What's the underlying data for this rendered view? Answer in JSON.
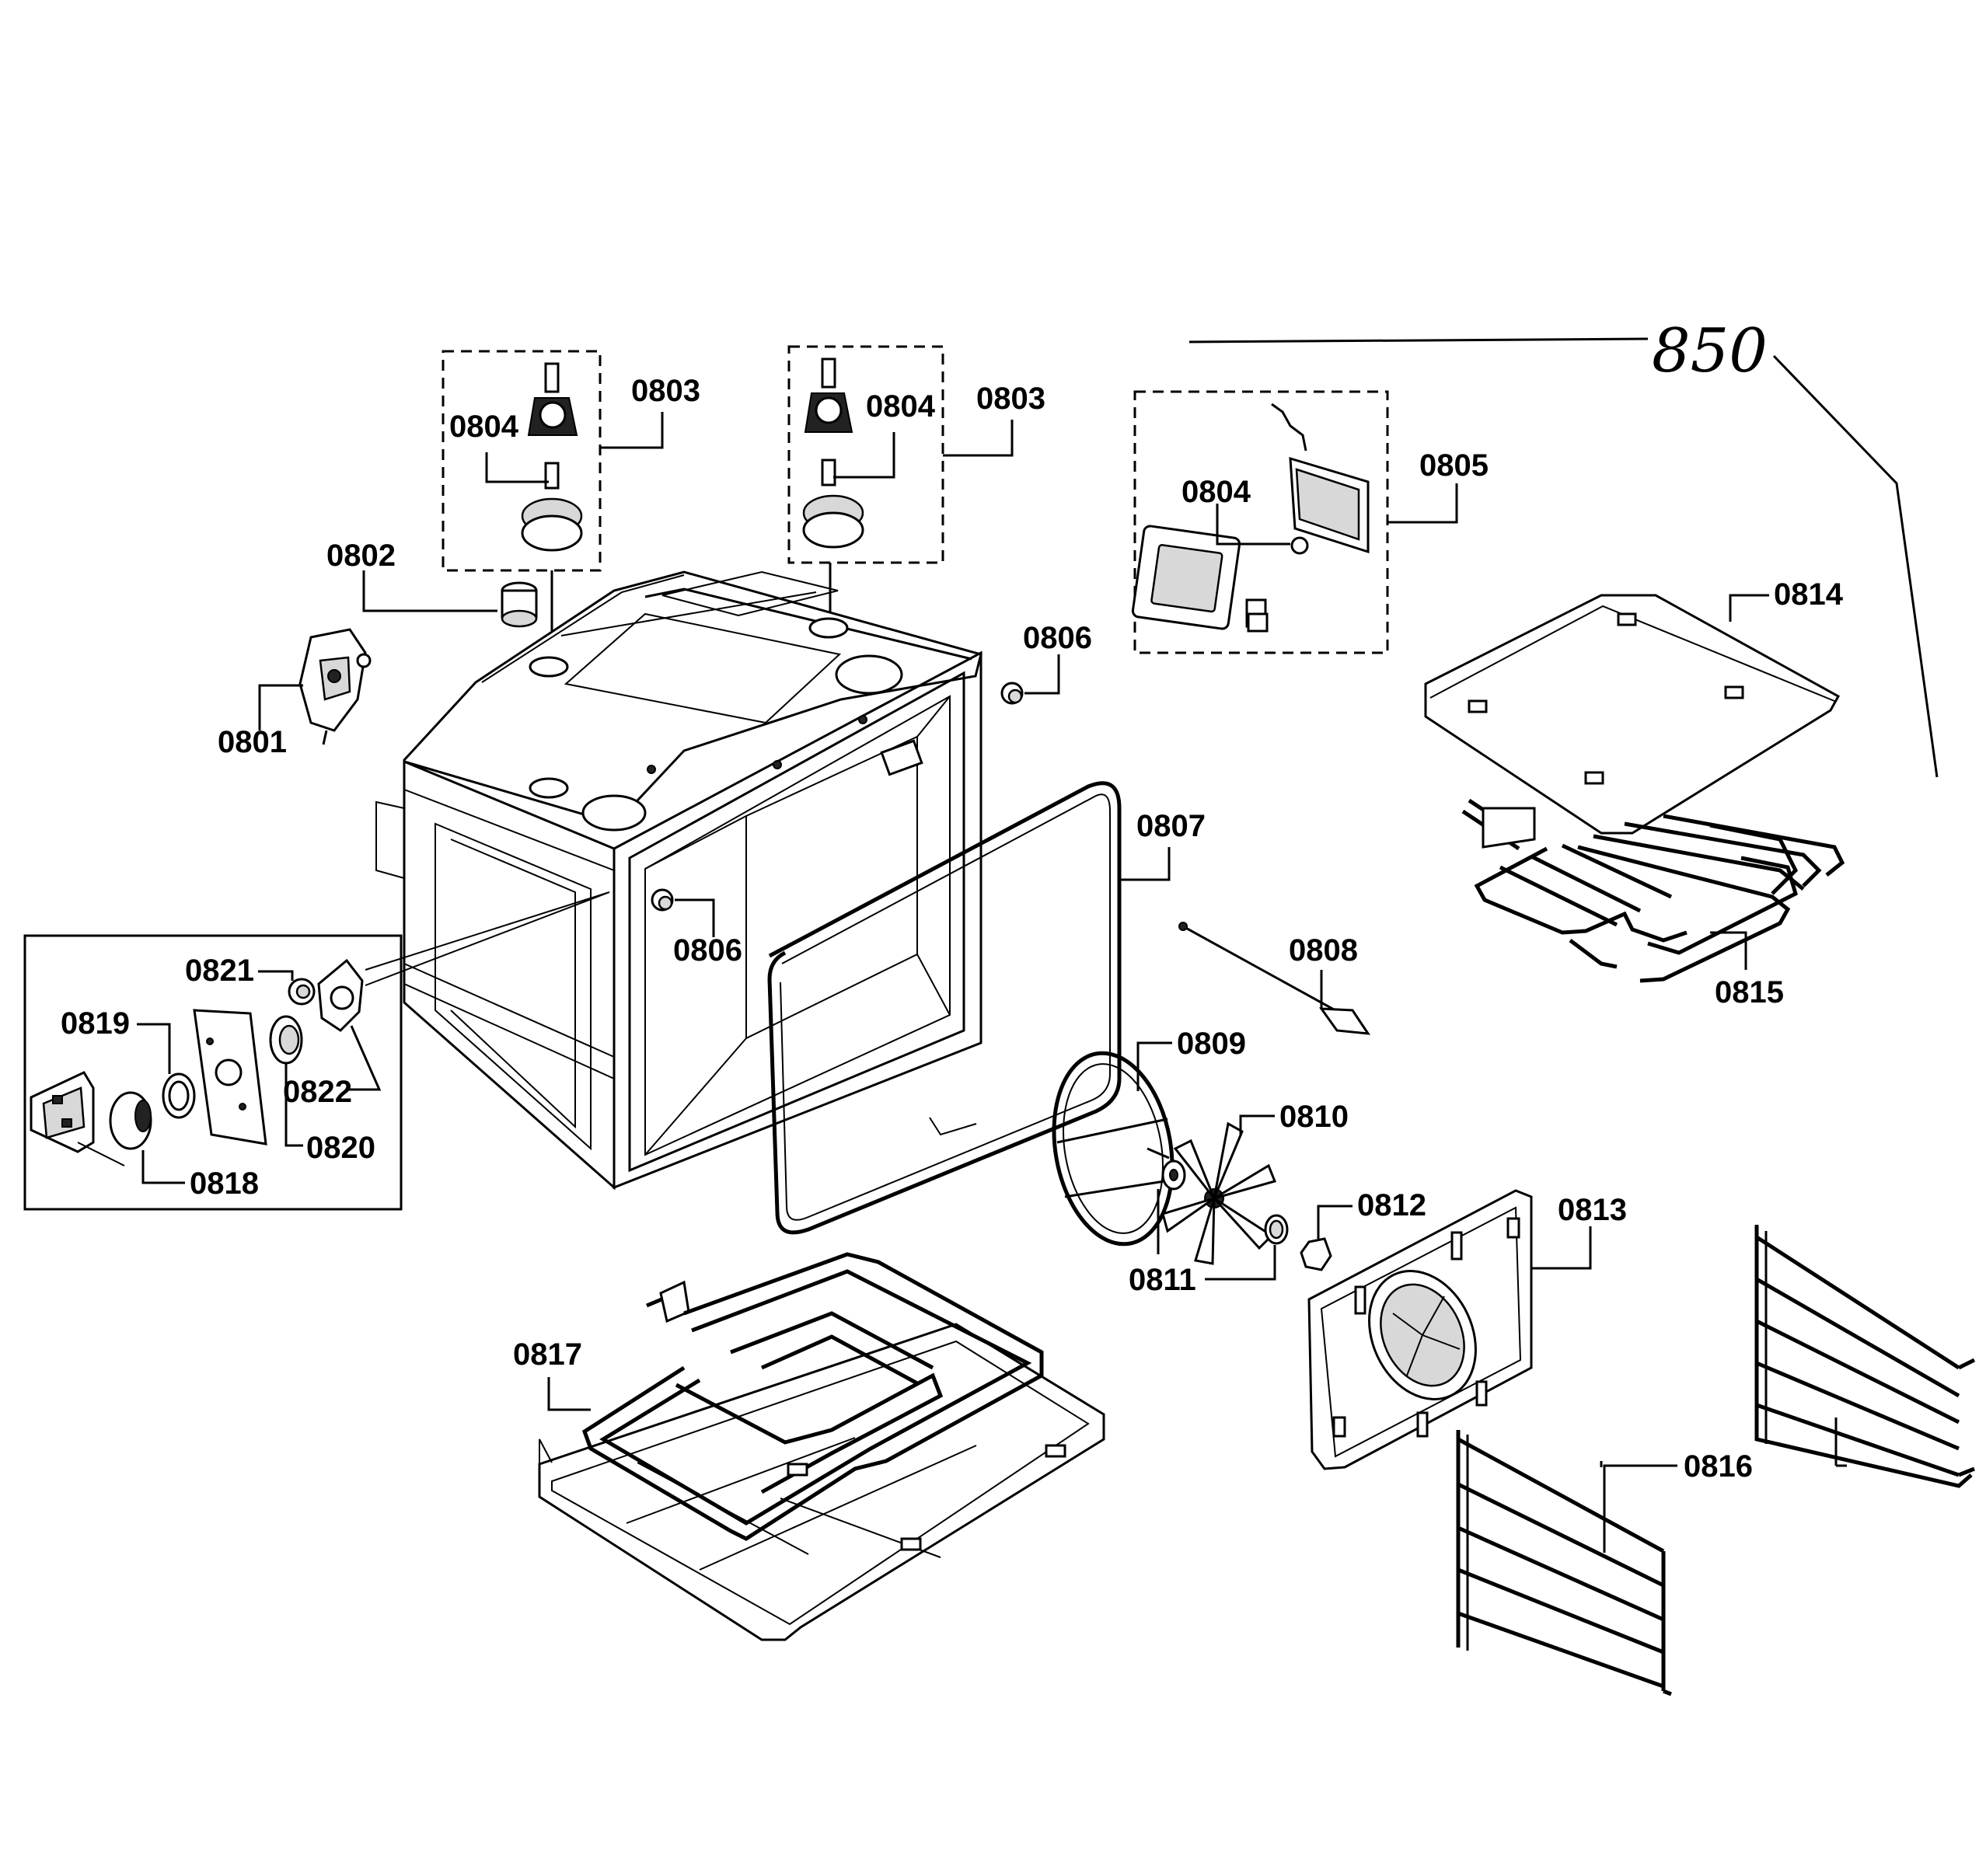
{
  "diagram": {
    "assembly_number": "850",
    "labels": {
      "l0801": "0801",
      "l0802": "0802",
      "l0803a": "0803",
      "l0803b": "0803",
      "l0804a": "0804",
      "l0804b": "0804",
      "l0804c": "0804",
      "l0805": "0805",
      "l0806a": "0806",
      "l0806b": "0806",
      "l0807": "0807",
      "l0808": "0808",
      "l0809": "0809",
      "l0810": "0810",
      "l0811": "0811",
      "l0812": "0812",
      "l0813": "0813",
      "l0814": "0814",
      "l0815": "0815",
      "l0816": "0816",
      "l0817": "0817",
      "l0818": "0818",
      "l0819": "0819",
      "l0820": "0820",
      "l0821": "0821",
      "l0822": "0822"
    }
  }
}
